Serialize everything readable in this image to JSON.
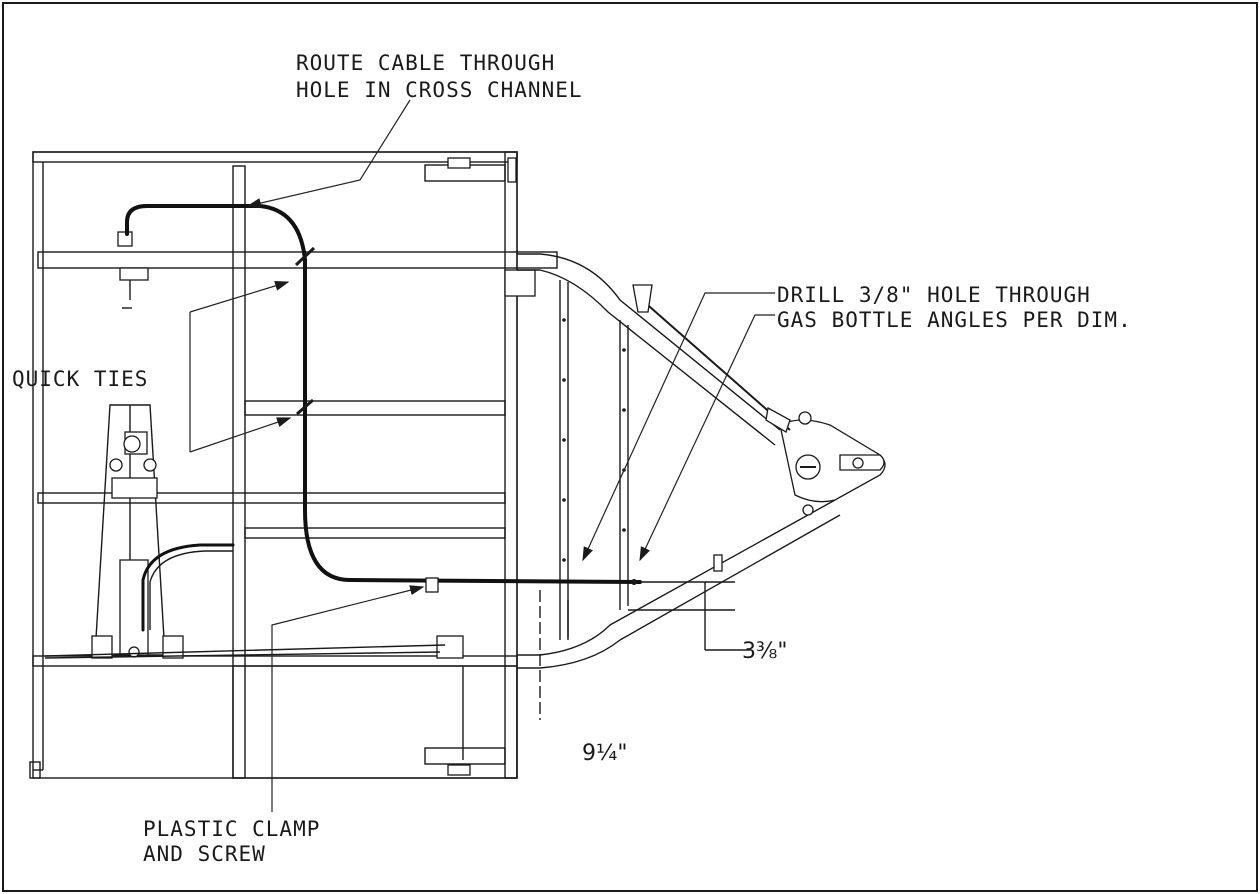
{
  "labels": {
    "route_cable_line1": "ROUTE CABLE THROUGH",
    "route_cable_line2": "HOLE IN CROSS CHANNEL",
    "drill_line1": "DRILL 3/8\" HOLE THROUGH",
    "drill_line2": "GAS BOTTLE ANGLES PER DIM.",
    "quick_ties": "QUICK TIES",
    "clamp_line1": "PLASTIC CLAMP",
    "clamp_line2": "AND SCREW"
  },
  "dimensions": {
    "dim_a": "3⅜\"",
    "dim_b": "9¼\""
  },
  "colors": {
    "ink": "#1a1a1a",
    "paper": "#ffffff"
  }
}
